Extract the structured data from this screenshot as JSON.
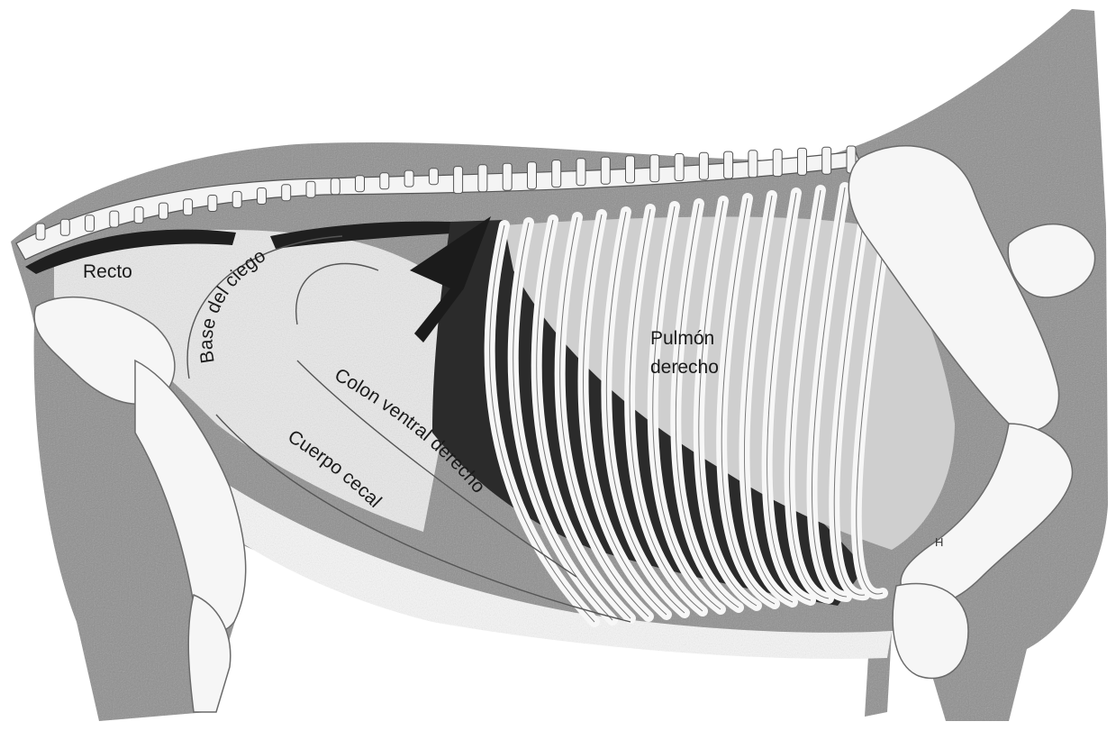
{
  "labels": {
    "recto": "Recto",
    "base_del_ciego": "Base del ciego",
    "colon_ventral_derecho": "Colon ventral derecho",
    "cuerpo_cecal": "Cuerpo cecal",
    "pulmon_line1": "Pulmón",
    "pulmon_line2": "derecho",
    "h_mark": "H"
  },
  "colors": {
    "background": "#ffffff",
    "body_shade": "#8e8e8e",
    "dark_muscle": "#2b2b2b",
    "lung": "#c9c9c9",
    "bone": "#f4f4f4",
    "ink": "#1a1a1a"
  }
}
